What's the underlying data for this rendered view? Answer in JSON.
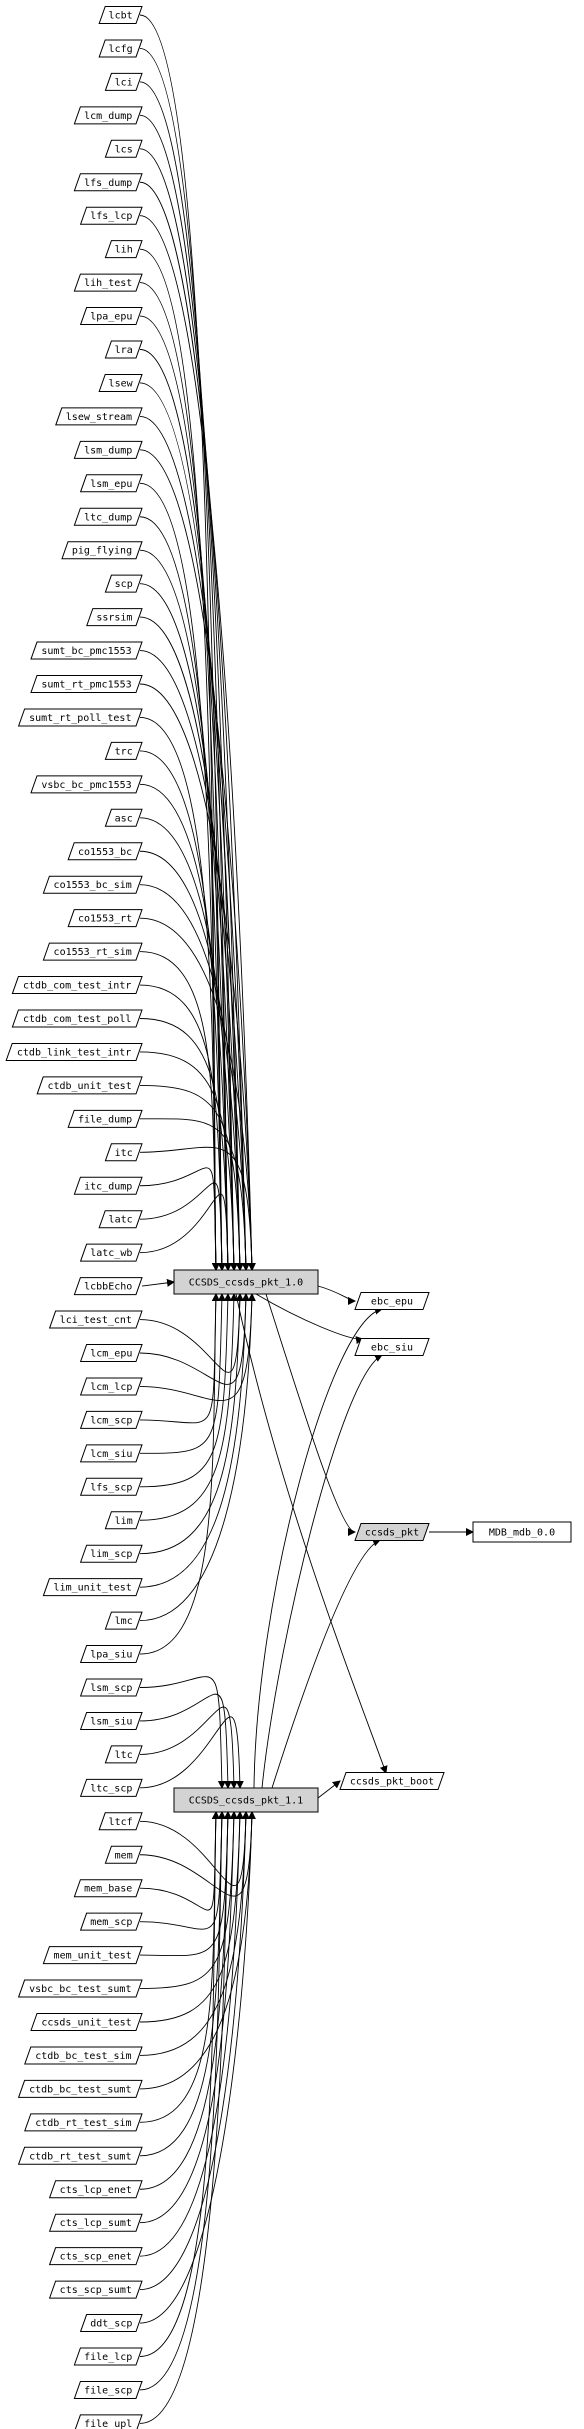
{
  "graph": {
    "colors": {
      "edge": "#000000",
      "box_fill": "#ffffff",
      "main_fill": "#d3d3d3",
      "text": "#000000"
    },
    "sources": [
      "lcbt",
      "lcfg",
      "lci",
      "lcm_dump",
      "lcs",
      "lfs_dump",
      "lfs_lcp",
      "lih",
      "lih_test",
      "lpa_epu",
      "lra",
      "lsew",
      "lsew_stream",
      "lsm_dump",
      "lsm_epu",
      "ltc_dump",
      "pig_flying",
      "scp",
      "ssrsim",
      "sumt_bc_pmc1553",
      "sumt_rt_pmc1553",
      "sumt_rt_poll_test",
      "trc",
      "vsbc_bc_pmc1553",
      "asc",
      "co1553_bc",
      "co1553_bc_sim",
      "co1553_rt",
      "co1553_rt_sim",
      "ctdb_com_test_intr",
      "ctdb_com_test_poll",
      "ctdb_link_test_intr",
      "ctdb_unit_test",
      "file_dump",
      "itc",
      "itc_dump",
      "latc",
      "latc_wb",
      "lcbbEcho",
      "lci_test_cnt",
      "lcm_epu",
      "lcm_lcp",
      "lcm_scp",
      "lcm_siu",
      "lfs_scp",
      "lim",
      "lim_scp",
      "lim_unit_test",
      "lmc",
      "lpa_siu",
      "lsm_scp",
      "lsm_siu",
      "ltc",
      "ltc_scp",
      "ltcf",
      "mem",
      "mem_base",
      "mem_scp",
      "mem_unit_test",
      "vsbc_bc_test_sumt",
      "ccsds_unit_test",
      "ctdb_bc_test_sim",
      "ctdb_bc_test_sumt",
      "ctdb_rt_test_sim",
      "ctdb_rt_test_sumt",
      "cts_lcp_enet",
      "cts_lcp_sumt",
      "cts_scp_enet",
      "cts_scp_sumt",
      "ddt_scp",
      "file_lcp",
      "file_scp",
      "file_upl"
    ],
    "main_nodes": [
      "CCSDS_ccsds_pkt_1.0",
      "CCSDS_ccsds_pkt_1.1"
    ],
    "right_nodes": [
      "ebc_epu",
      "ebc_siu",
      "ccsds_pkt",
      "ccsds_pkt_boot"
    ],
    "mdb_node": "MDB_mdb_0.0"
  }
}
